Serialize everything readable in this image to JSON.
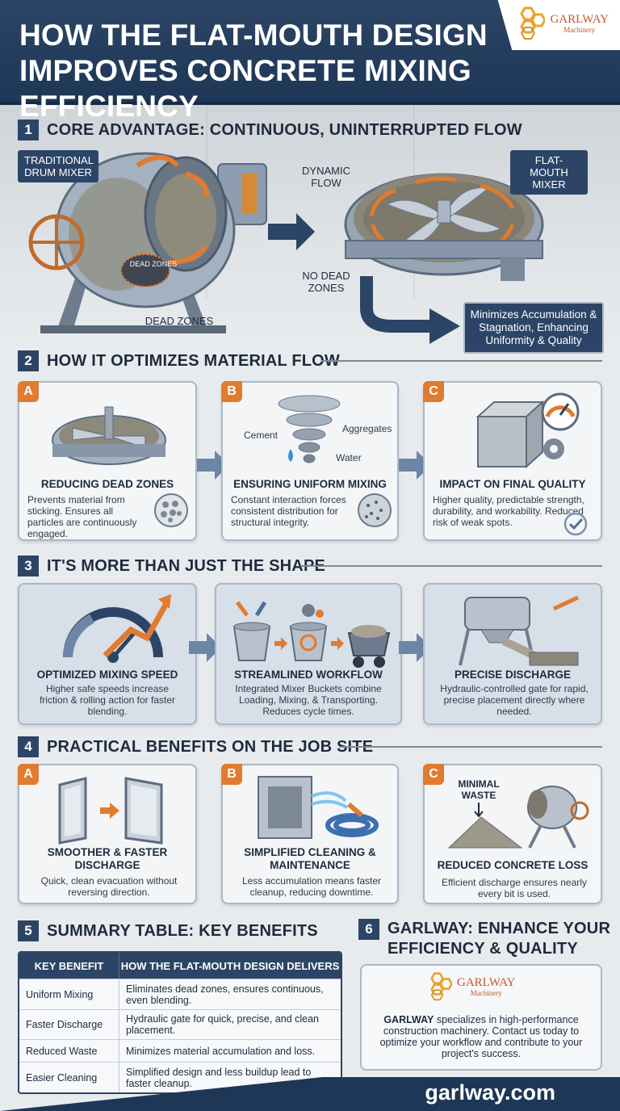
{
  "header": {
    "title_line1": "HOW THE FLAT-MOUTH DESIGN",
    "title_line2": "IMPROVES CONCRETE MIXING EFFICIENCY",
    "logo_word": "GARLWAY",
    "logo_sub": "Machinery"
  },
  "section1": {
    "num": "1",
    "title": "CORE ADVANTAGE: CONTINUOUS, UNINTERRUPTED FLOW",
    "traditional_tag": "TRADITIONAL DRUM MIXER",
    "dead_zones_inside": "DEAD ZONES",
    "dead_zones_label": "DEAD ZONES",
    "dynamic_flow": "DYNAMIC FLOW",
    "no_dead_zones": "NO DEAD ZONES",
    "flat_tag": "FLAT-MOUTH MIXER",
    "result_box": "Minimizes Accumulation & Stagnation, Enhancing Uniformity & Quality"
  },
  "section2": {
    "num": "2",
    "title": "HOW IT OPTIMIZES MATERIAL FLOW",
    "cards": [
      {
        "letter": "A",
        "title": "REDUCING DEAD ZONES",
        "body": "Prevents material from sticking. Ensures all particles are continuously engaged."
      },
      {
        "letter": "B",
        "title": "ENSURING UNIFORM MIXING",
        "body": "Constant interaction forces consistent distribution for structural integrity.",
        "label_cement": "Cement",
        "label_aggregates": "Aggregates",
        "label_water": "Water"
      },
      {
        "letter": "C",
        "title": "IMPACT ON FINAL QUALITY",
        "body": "Higher quality, predictable strength, durability, and workability. Reduced risk of weak spots."
      }
    ]
  },
  "section3": {
    "num": "3",
    "title": "IT'S MORE THAN JUST THE SHAPE",
    "cards": [
      {
        "title": "OPTIMIZED MIXING SPEED",
        "body": "Higher safe speeds increase friction & rolling action for faster blending."
      },
      {
        "title": "STREAMLINED WORKFLOW",
        "body": "Integrated Mixer Buckets combine Loading, Mixing, & Transporting. Reduces cycle times."
      },
      {
        "title": "PRECISE DISCHARGE",
        "body": "Hydraulic-controlled gate for rapid, precise placement directly where needed."
      }
    ]
  },
  "section4": {
    "num": "4",
    "title": "PRACTICAL BENEFITS ON THE JOB SITE",
    "cards": [
      {
        "letter": "A",
        "title": "SMOOTHER & FASTER DISCHARGE",
        "body": "Quick, clean evacuation without reversing direction."
      },
      {
        "letter": "B",
        "title": "SIMPLIFIED CLEANING & MAINTENANCE",
        "body": "Less accumulation means faster cleanup, reducing downtime."
      },
      {
        "letter": "C",
        "title": "REDUCED CONCRETE LOSS",
        "body": "Efficient discharge ensures nearly every bit is used.",
        "minimal_waste": "MINIMAL WASTE"
      }
    ]
  },
  "section5": {
    "num": "5",
    "title": "SUMMARY TABLE: KEY BENEFITS",
    "col1": "KEY BENEFIT",
    "col2": "HOW THE FLAT-MOUTH DESIGN DELIVERS",
    "rows": [
      {
        "benefit": "Uniform Mixing",
        "how": "Eliminates dead zones, ensures continuous, even blending."
      },
      {
        "benefit": "Faster Discharge",
        "how": "Hydraulic gate for quick, precise, and clean placement."
      },
      {
        "benefit": "Reduced Waste",
        "how": "Minimizes material accumulation and loss."
      },
      {
        "benefit": "Easier Cleaning",
        "how": "Simplified design and less buildup lead to faster cleanup."
      }
    ]
  },
  "section6": {
    "num": "6",
    "title_line1": "GARLWAY: ENHANCE YOUR",
    "title_line2": "EFFICIENCY & QUALITY",
    "logo_word": "GARLWAY",
    "logo_sub": "Machinery",
    "brand": "GARLWAY",
    "body": " specializes in high-performance construction machinery. Contact us today to optimize your workflow and contribute to your project's success."
  },
  "footer": {
    "url": "garlway.com"
  },
  "colors": {
    "navy": "#2c4566",
    "orange": "#e07b2f",
    "card_border": "#a9b8c8"
  }
}
